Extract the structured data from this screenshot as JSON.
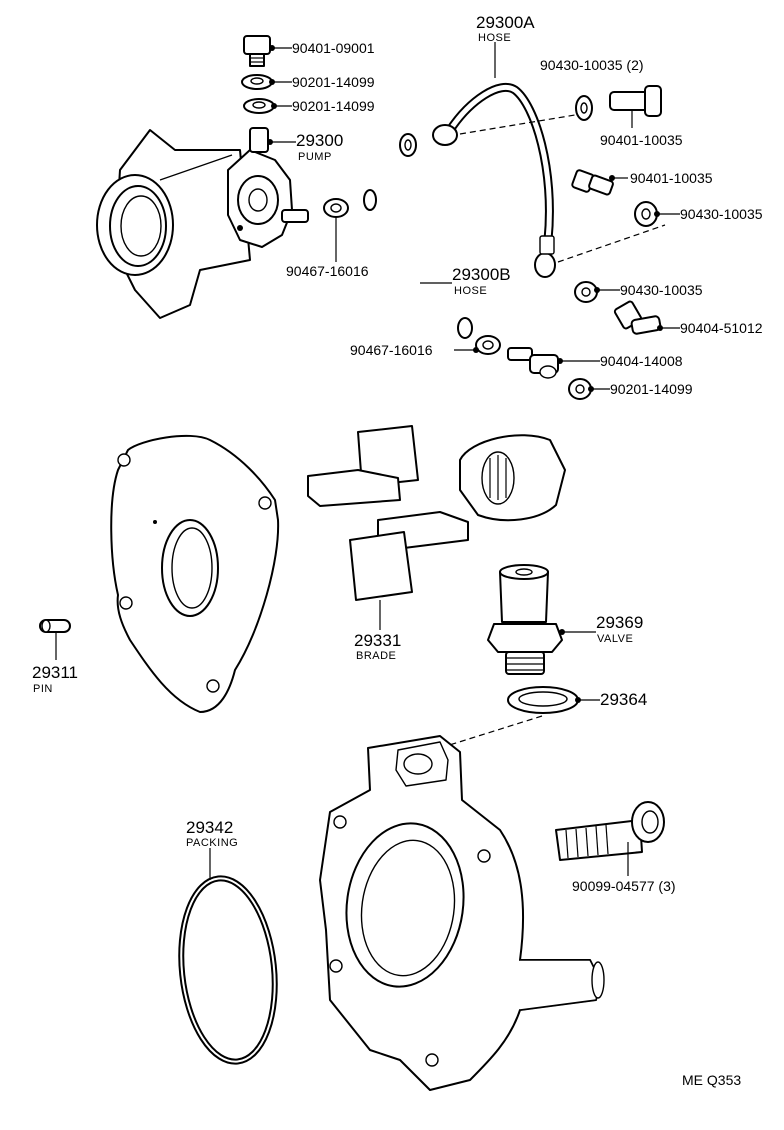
{
  "labels": {
    "bolt_top": "90401-09001",
    "washer_a": "90201-14099",
    "washer_b": "90201-14099",
    "pump_no": "29300",
    "pump_name": "PUMP",
    "hose_a_no": "29300A",
    "hose_a_name": "HOSE",
    "gasket_2": "90430-10035 (2)",
    "union_bolt_1": "90401-10035",
    "union_bolt_2": "90401-10035",
    "gasket_r": "90430-10035",
    "clip_l": "90467-16016",
    "hose_b_no": "29300B",
    "hose_b_name": "HOSE",
    "gasket_r2": "90430-10035",
    "union_51012": "90404-51012",
    "clip_b": "90467-16016",
    "union_14008": "90404-14008",
    "washer_bot": "90201-14099",
    "blade_no": "29331",
    "blade_name": "BRADE",
    "valve_no": "29369",
    "valve_name": "VALVE",
    "gasket_valve": "29364",
    "pin_no": "29311",
    "pin_name": "PIN",
    "packing_no": "29342",
    "packing_name": "PACKING",
    "bolt_3": "90099-04577 (3)",
    "page_code": "ME  Q353"
  }
}
